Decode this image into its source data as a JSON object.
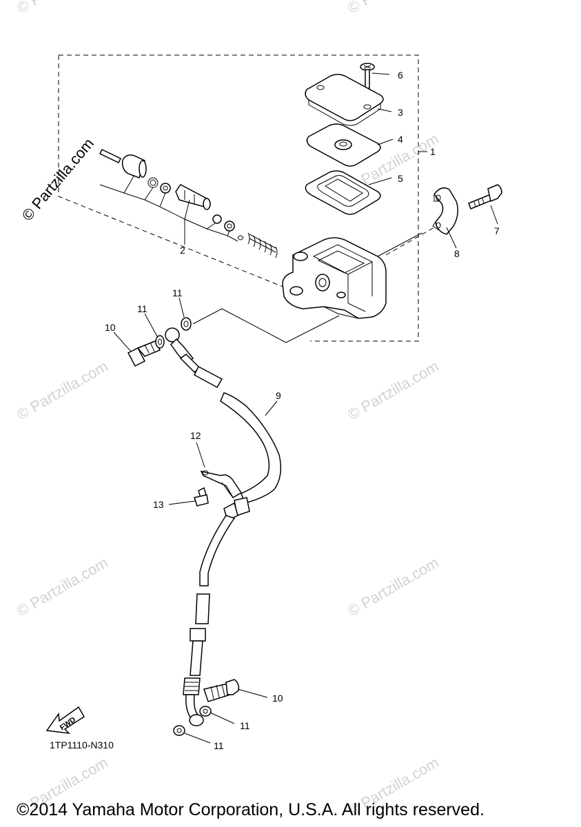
{
  "brand_watermark": "© Partzilla.com",
  "fade_watermark": "© Partzilla.com",
  "diagram_code": "1TP1110-N310",
  "fwd_label": "FWD",
  "copyright": "©2014 Yamaha Motor Corporation, U.S.A. All rights reserved.",
  "callouts": {
    "c1": "1",
    "c2": "2",
    "c3": "3",
    "c4": "4",
    "c5": "5",
    "c6": "6",
    "c7": "7",
    "c8": "8",
    "c9": "9",
    "c10a": "10",
    "c10b": "10",
    "c11a": "11",
    "c11b": "11",
    "c11c": "11",
    "c11d": "11",
    "c12": "12",
    "c13": "13"
  }
}
